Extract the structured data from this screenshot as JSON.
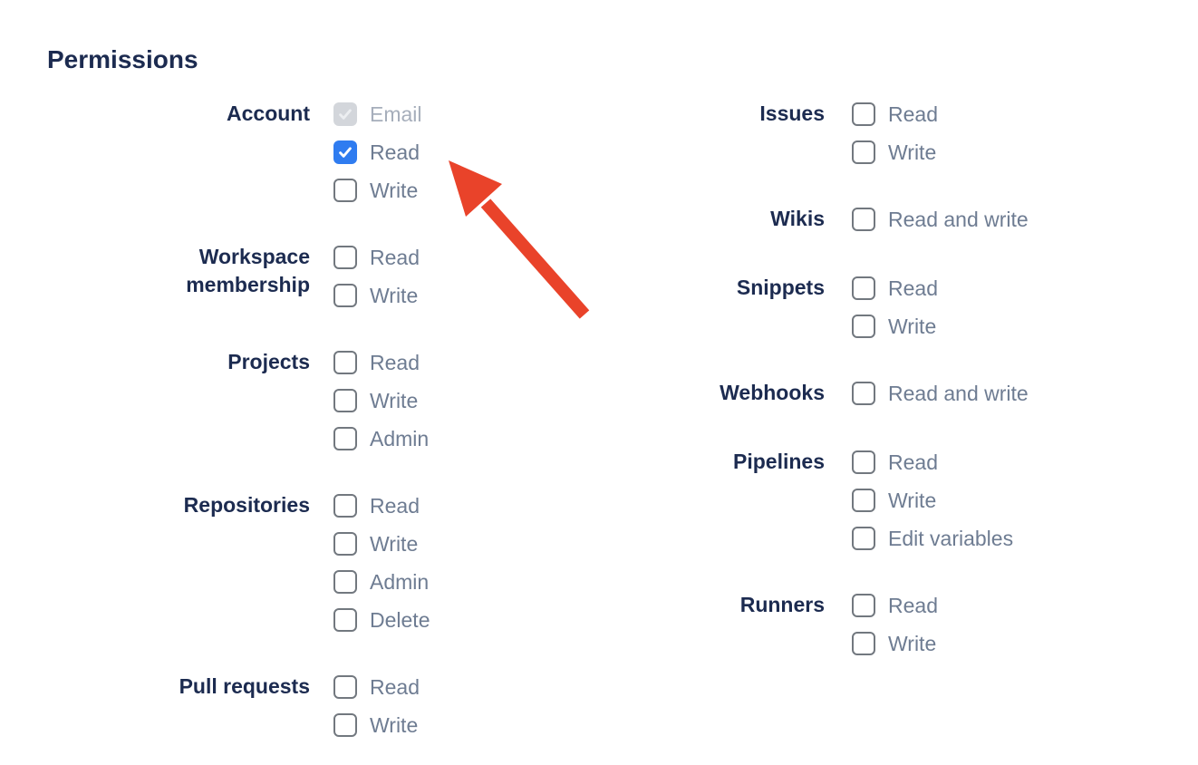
{
  "heading": "Permissions",
  "permissions": {
    "columns": [
      {
        "side": "left",
        "groups": [
          {
            "label": "Account",
            "options": [
              {
                "label": "Email",
                "checked": true,
                "disabled": true
              },
              {
                "label": "Read",
                "checked": true,
                "disabled": false
              },
              {
                "label": "Write",
                "checked": false,
                "disabled": false
              }
            ]
          },
          {
            "label": "Workspace membership",
            "options": [
              {
                "label": "Read",
                "checked": false,
                "disabled": false
              },
              {
                "label": "Write",
                "checked": false,
                "disabled": false
              }
            ]
          },
          {
            "label": "Projects",
            "options": [
              {
                "label": "Read",
                "checked": false,
                "disabled": false
              },
              {
                "label": "Write",
                "checked": false,
                "disabled": false
              },
              {
                "label": "Admin",
                "checked": false,
                "disabled": false
              }
            ]
          },
          {
            "label": "Repositories",
            "options": [
              {
                "label": "Read",
                "checked": false,
                "disabled": false
              },
              {
                "label": "Write",
                "checked": false,
                "disabled": false
              },
              {
                "label": "Admin",
                "checked": false,
                "disabled": false
              },
              {
                "label": "Delete",
                "checked": false,
                "disabled": false
              }
            ]
          },
          {
            "label": "Pull requests",
            "options": [
              {
                "label": "Read",
                "checked": false,
                "disabled": false
              },
              {
                "label": "Write",
                "checked": false,
                "disabled": false
              }
            ]
          }
        ]
      },
      {
        "side": "right",
        "groups": [
          {
            "label": "Issues",
            "options": [
              {
                "label": "Read",
                "checked": false,
                "disabled": false
              },
              {
                "label": "Write",
                "checked": false,
                "disabled": false
              }
            ]
          },
          {
            "label": "Wikis",
            "options": [
              {
                "label": "Read and write",
                "checked": false,
                "disabled": false
              }
            ]
          },
          {
            "label": "Snippets",
            "options": [
              {
                "label": "Read",
                "checked": false,
                "disabled": false
              },
              {
                "label": "Write",
                "checked": false,
                "disabled": false
              }
            ]
          },
          {
            "label": "Webhooks",
            "options": [
              {
                "label": "Read and write",
                "checked": false,
                "disabled": false
              }
            ]
          },
          {
            "label": "Pipelines",
            "options": [
              {
                "label": "Read",
                "checked": false,
                "disabled": false
              },
              {
                "label": "Write",
                "checked": false,
                "disabled": false
              },
              {
                "label": "Edit variables",
                "checked": false,
                "disabled": false
              }
            ]
          },
          {
            "label": "Runners",
            "options": [
              {
                "label": "Read",
                "checked": false,
                "disabled": false
              },
              {
                "label": "Write",
                "checked": false,
                "disabled": false
              }
            ]
          }
        ]
      }
    ]
  },
  "annotation": {
    "type": "arrow",
    "points_at": "account-read-checkbox",
    "color": "#e9432a"
  },
  "colors": {
    "heading_text": "#1c2b50",
    "group_label_text": "#1c2b50",
    "option_label_text": "#6e7c92",
    "option_label_disabled_text": "#a6aebb",
    "checkbox_checked_bg": "#2f7cf0",
    "checkbox_border": "#72787f",
    "checkbox_disabled_bg": "#d3d6db",
    "checkbox_check": "#ffffff",
    "checkbox_disabled_check": "#eceef1",
    "arrow_red": "#e9432a",
    "background": "#ffffff"
  }
}
